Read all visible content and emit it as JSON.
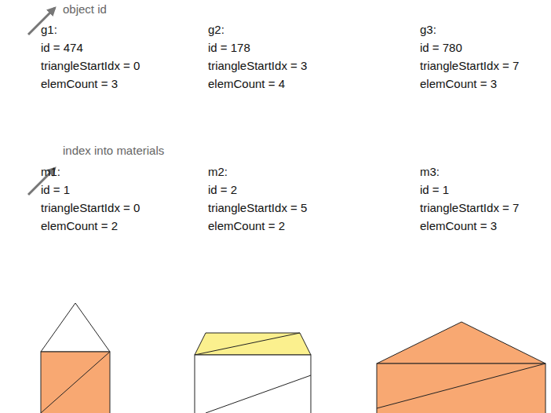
{
  "diagram": {
    "labels": [
      "object id",
      "g1:",
      "id = 474",
      "triangleStartIdx = 0",
      "elemCount = 3",
      "g2:",
      "id = 178",
      "triangleStartIdx = 3",
      "elemCount = 4",
      "g3:",
      "id = 780",
      "triangleStartIdx = 7",
      "elemCount = 3",
      "index into materials",
      "m1:",
      "id = 1",
      "triangleStartIdx = 0",
      "elemCount = 2",
      "m2:",
      "id = 2",
      "triangleStartIdx = 5",
      "elemCount = 2",
      "m3:",
      "id = 1",
      "triangleStartIdx = 7",
      "elemCount = 3"
    ]
  }
}
